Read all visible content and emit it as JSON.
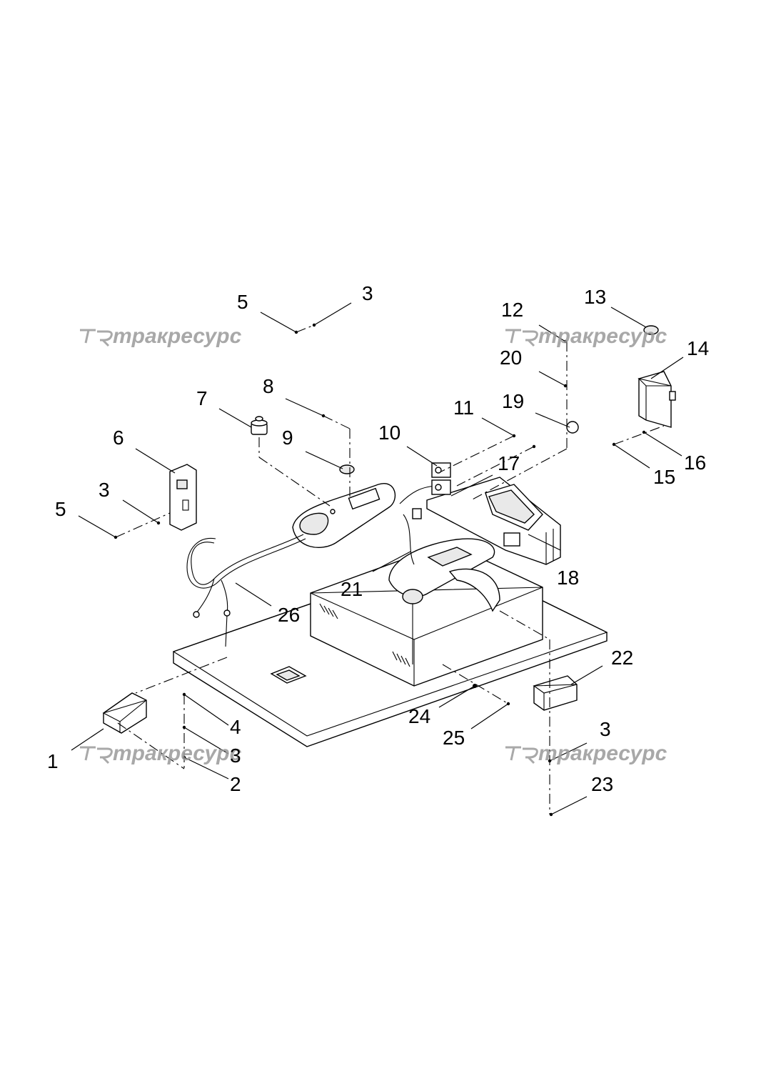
{
  "diagram": {
    "callouts": [
      "1",
      "2",
      "3",
      "3",
      "3",
      "3",
      "4",
      "5",
      "5",
      "6",
      "7",
      "8",
      "9",
      "10",
      "11",
      "12",
      "13",
      "14",
      "15",
      "16",
      "17",
      "18",
      "19",
      "20",
      "21",
      "22",
      "23",
      "24",
      "25",
      "26"
    ],
    "watermark": {
      "text": "тракресурс",
      "logo": "JR-logo-mark"
    }
  }
}
